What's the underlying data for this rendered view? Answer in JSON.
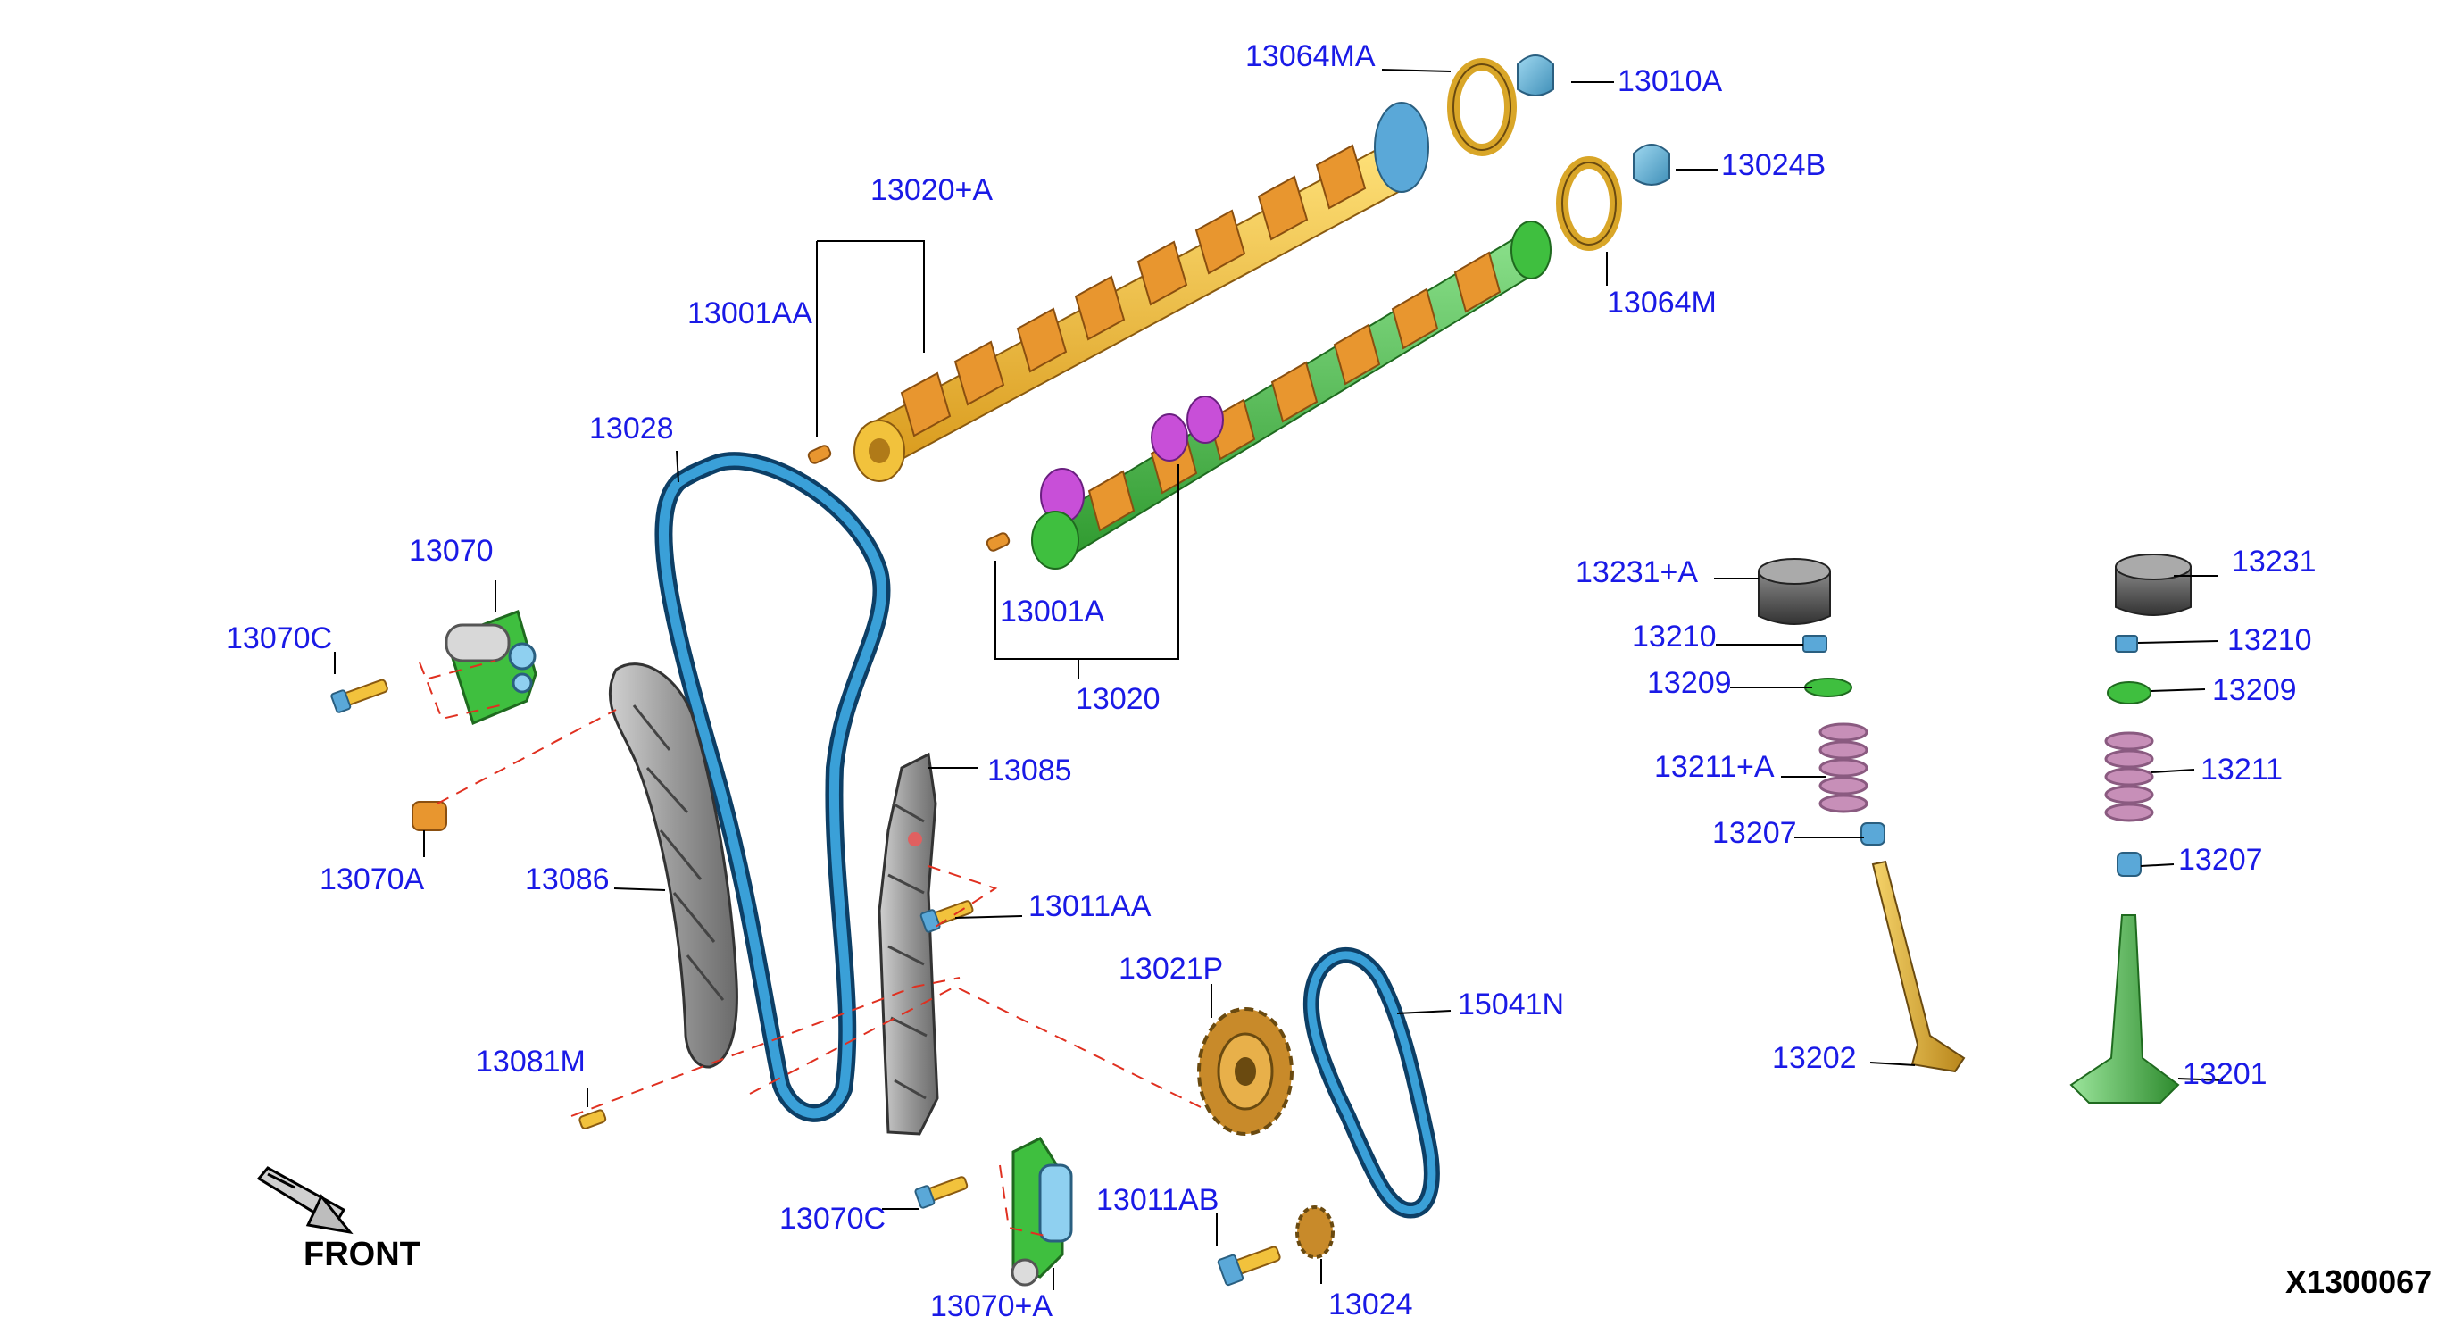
{
  "diagram": {
    "drawing_code": "X1300067",
    "front_label": "FRONT",
    "labels": {
      "p13064MA": "13064MA",
      "p13010A": "13010A",
      "p13024B": "13024B",
      "p13020A": "13020+A",
      "p13064M": "13064M",
      "p13001AA": "13001AA",
      "p13028": "13028",
      "p13001A": "13001A",
      "p13020": "13020",
      "p13070": "13070",
      "p13070C_top": "13070C",
      "p13070A": "13070A",
      "p13086": "13086",
      "p13085": "13085",
      "p13011AA": "13011AA",
      "p13021P": "13021P",
      "p15041N": "15041N",
      "p13081M": "13081M",
      "p13070C_bottom": "13070C",
      "p13011AB": "13011AB",
      "p13070plusA": "13070+A",
      "p13024": "13024",
      "p13231plusA": "13231+A",
      "p13231": "13231",
      "p13210_left": "13210",
      "p13210_right": "13210",
      "p13209_left": "13209",
      "p13209_right": "13209",
      "p13211plusA": "13211+A",
      "p13211": "13211",
      "p13207_left": "13207",
      "p13207_right": "13207",
      "p13202": "13202",
      "p13201": "13201"
    },
    "colors": {
      "label": "#1a1ae6",
      "leader": "#000000",
      "dashed": "#e03020",
      "chain": "#1c6fa8",
      "cam_orange": "#e8962f",
      "cam_yellow": "#f2c23c",
      "cam_green": "#3fbf3f",
      "cam_magenta": "#c84fd8",
      "guide_gray": "#8c8c8c",
      "sprocket": "#c88a2a",
      "cap_blue": "#5aa8d8",
      "spring": "#c78fb8",
      "valve_gold": "#d9a628",
      "valve_green": "#4caf50"
    }
  }
}
